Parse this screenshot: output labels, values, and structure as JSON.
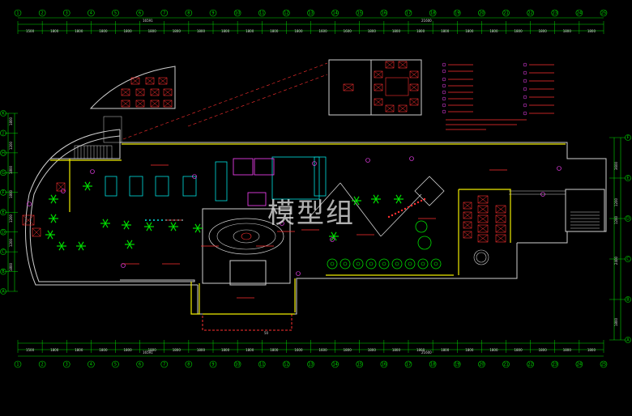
{
  "watermark": "模型组",
  "colors": {
    "background": "#000000",
    "wall": "#d0d0d0",
    "highlight": "#f0ec00",
    "dimension": "#00d800",
    "annotation": "#ff3030",
    "fixture": "#ff44ff",
    "plant": "#00e000",
    "cyan": "#00e0e0"
  },
  "dimensions": {
    "top_total_left": "16591",
    "top_total_right": "21600",
    "bottom_total_left": "16591",
    "bottom_total_right": "21600",
    "bottom_mid": "50",
    "top_segments": [
      "1500",
      "1800",
      "1800",
      "1800",
      "1800",
      "1800",
      "1800",
      "1800",
      "1800",
      "1800",
      "1800",
      "1800",
      "1600",
      "1600",
      "1800",
      "1800",
      "1800",
      "1800",
      "1800",
      "1800",
      "1800",
      "1800",
      "1800",
      "1800",
      "1800"
    ],
    "bottom_segments": [
      "1500",
      "1800",
      "1800",
      "1800",
      "1800",
      "1800",
      "1800",
      "1800",
      "1800",
      "1800",
      "1800",
      "1600",
      "1600",
      "1800",
      "1800",
      "1800",
      "1800",
      "1800",
      "1800",
      "1800",
      "1800",
      "1800",
      "1800",
      "1800",
      "1800"
    ],
    "right_segments": [
      "3600",
      "1200",
      "1200",
      "2400",
      "1800"
    ],
    "left_segments": [
      "1800",
      "1200",
      "1800",
      "1800",
      "1200",
      "1200",
      "1800"
    ]
  },
  "grid_labels_top": [
    "1",
    "2",
    "3",
    "4",
    "5",
    "6",
    "7",
    "8",
    "9",
    "10",
    "11",
    "12",
    "13",
    "14",
    "15",
    "16",
    "17",
    "18",
    "19",
    "20",
    "21",
    "22",
    "23",
    "24",
    "25"
  ],
  "grid_labels_bottom": [
    "1",
    "2",
    "3",
    "4",
    "5",
    "6",
    "7",
    "8",
    "9",
    "10",
    "11",
    "12",
    "13",
    "14",
    "15",
    "16",
    "17",
    "18",
    "19",
    "20",
    "21",
    "22",
    "23",
    "24",
    "25"
  ],
  "grid_labels_left": [
    "K",
    "J",
    "H",
    "G",
    "F",
    "E",
    "D",
    "C",
    "B",
    "A"
  ],
  "grid_labels_right": [
    "F",
    "E",
    "D",
    "C",
    "B",
    "A"
  ]
}
